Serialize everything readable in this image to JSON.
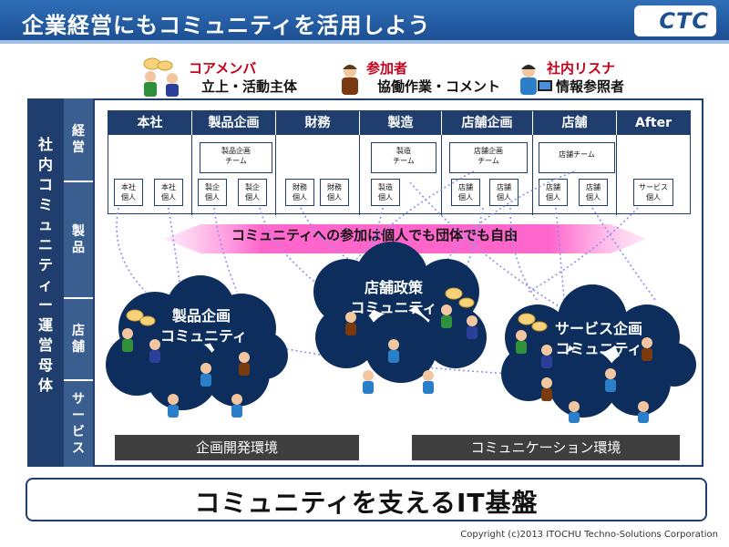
{
  "header": {
    "title": "企業経営にもコミュニティを活用しよう",
    "logo": "CTC"
  },
  "roles": [
    {
      "title": "コアメンバ",
      "desc": "立上・活動主体"
    },
    {
      "title": "参加者",
      "desc": "協働作業・コメント"
    },
    {
      "title": "社内リスナ",
      "desc": "情報参照者"
    }
  ],
  "org": {
    "name": "社内コミュニティー運営母体",
    "name_chars": [
      "社",
      "内",
      "コ",
      "ミ",
      "ュ",
      "ニ",
      "テ",
      "ィ",
      "ー",
      "運",
      "営",
      "母",
      "体"
    ],
    "depts": [
      {
        "label": "経営",
        "chars": [
          "経",
          "営"
        ]
      },
      {
        "label": "製品",
        "chars": [
          "製",
          "品"
        ]
      },
      {
        "label": "店舗",
        "chars": [
          "店",
          "舗"
        ]
      },
      {
        "label": "サービス",
        "chars": [
          "サ",
          "ー",
          "ビ",
          "ス"
        ]
      }
    ]
  },
  "table": {
    "columns": [
      "本社",
      "製品企画",
      "財務",
      "製造",
      "店舗企画",
      "店舗",
      "After"
    ],
    "teams": [
      "製品企画\nチーム",
      "製造\nチーム",
      "店舗企画\nチーム",
      "店舗チーム"
    ],
    "individuals": [
      "本社\n個人",
      "本社\n個人",
      "製企\n個人",
      "製企\n個人",
      "財務\n個人",
      "財務\n個人",
      "製造\n個人",
      "店舗\n個人",
      "店舗\n個人",
      "店舗\n個人",
      "店舗\n個人",
      "サービス\n個人"
    ]
  },
  "banner": {
    "text": "コミュニティへの参加は個人でも団体でも自由"
  },
  "clouds": [
    {
      "line1": "製品企画",
      "line2": "コミュニティ"
    },
    {
      "line1": "店舗政策",
      "line2": "コミュニティ"
    },
    {
      "line1": "サービス企画",
      "line2": "コミュニティ"
    }
  ],
  "environments": [
    "企画開発環境",
    "コミュニケーション環境"
  ],
  "footer": {
    "it_base": "コミュニティを支えるIT基盤",
    "copyright": "Copyright (c)2013 ITOCHU Techno-Solutions Corporation"
  },
  "colors": {
    "navy": "#1f3e6d",
    "header_blue": "#2f6fb8",
    "red_title": "#c4001b",
    "pink": "#ff66cc",
    "cloud": "#0d2e5c"
  }
}
